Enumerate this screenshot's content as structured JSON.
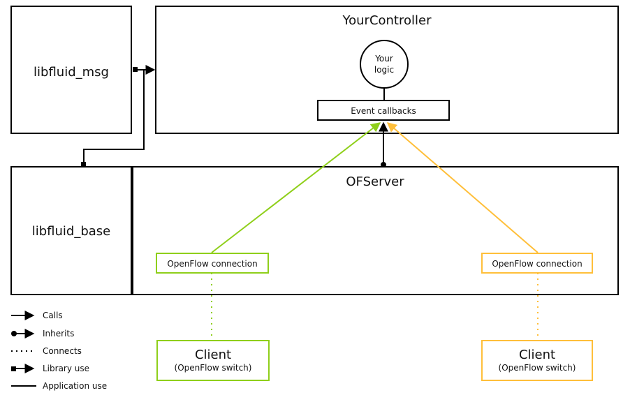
{
  "boxes": {
    "libfluid_msg": {
      "label": "libfluid_msg"
    },
    "your_controller": {
      "label": "YourController"
    },
    "your_logic": {
      "line1": "Your",
      "line2": "logic"
    },
    "event_callbacks": {
      "label": "Event callbacks"
    },
    "libfluid_base": {
      "label": "libfluid_base"
    },
    "ofserver": {
      "label": "OFServer"
    },
    "openflow_connection_left": {
      "label": "OpenFlow connection"
    },
    "openflow_connection_right": {
      "label": "OpenFlow connection"
    },
    "client_left": {
      "title": "Client",
      "subtitle": "(OpenFlow switch)"
    },
    "client_right": {
      "title": "Client",
      "subtitle": "(OpenFlow switch)"
    }
  },
  "legend": {
    "calls": "Calls",
    "inherits": "Inherits",
    "connects": "Connects",
    "library_use": "Library use",
    "application_use": "Application use"
  },
  "colors": {
    "ink": "#000000",
    "green": "#8fcf1a",
    "orange": "#ffbf3a"
  }
}
